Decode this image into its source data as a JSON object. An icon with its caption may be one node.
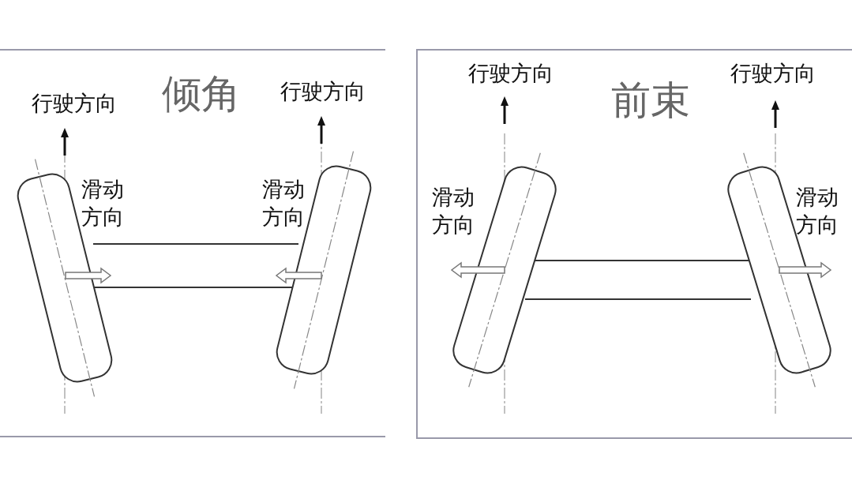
{
  "diagram": {
    "nodes": [
      {
        "text": [
          "倾角"
        ]
      },
      {
        "text": [
          "前束"
        ]
      }
    ],
    "labels": [
      "行驶方向",
      "行驶方向",
      "滑动方向",
      "滑动方向",
      "行驶方向",
      "行驶方向",
      "滑动方向",
      "滑动方向"
    ]
  }
}
